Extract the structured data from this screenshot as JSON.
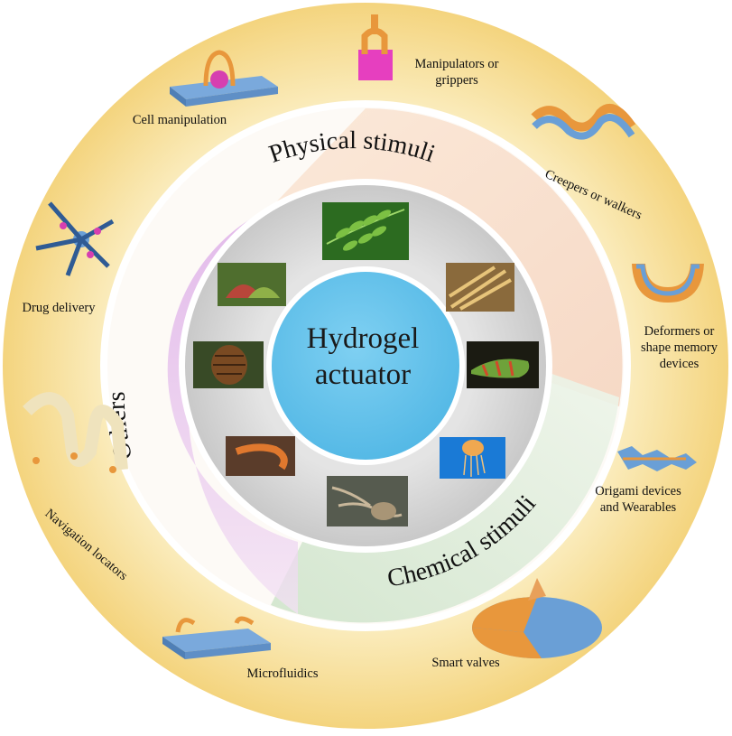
{
  "center": {
    "line1": "Hydrogel",
    "line2": "actuator"
  },
  "stimuli": {
    "physical": "Physical stimuli",
    "chemical": "Chemical stimuli",
    "others": "Others"
  },
  "applications": {
    "manipulators_line1": "Manipulators or",
    "manipulators_line2": "grippers",
    "creepers": "Creepers or walkers",
    "deformers_line1": "Deformers or",
    "deformers_line2": "shape memory",
    "deformers_line3": "devices",
    "origami_line1": "Origami devices",
    "origami_line2": "and Wearables",
    "smart_valves": "Smart valves",
    "microfluidics": "Microfluidics",
    "navigation": "Navigation locators",
    "drug_delivery": "Drug delivery",
    "cell_manipulation": "Cell manipulation"
  },
  "colors": {
    "outer_ring": "#f6da8c",
    "center_circle": "#6cc6ec",
    "photo_ring": "#d9d9d9",
    "physical_band": "#f7dcc8",
    "chemical_band": "#d9ead5",
    "others_band": "#e8c4ee",
    "device_blue": "#6a9fd6",
    "device_orange": "#e8973c"
  },
  "icons": [
    "mimosa-leaf-photo",
    "wheat-photo",
    "chameleon-photo",
    "jellyfish-photo",
    "octopus-photo",
    "seahorse-photo",
    "pinecone-photo",
    "venus-flytrap-photo"
  ]
}
